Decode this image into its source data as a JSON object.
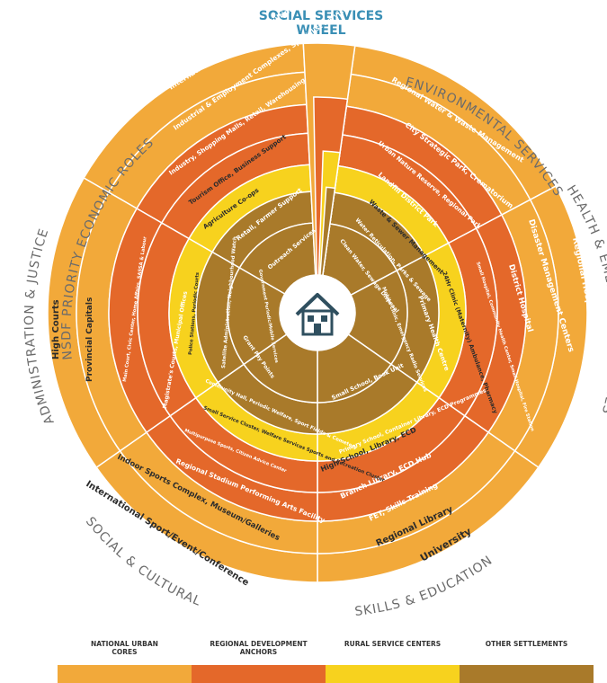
{
  "title": {
    "line1": "SOCIAL SERVICES",
    "line2": "WHEEL"
  },
  "colors": {
    "national": "#F2A93A",
    "regional": "#E4682A",
    "rural": "#F7D21E",
    "other": "#A97A2A",
    "line": "#FFFFFF"
  },
  "outer_labels": {
    "nsdf": "NSDF PRIORITY ECONOMIC ROLES",
    "environmental": "ENVIRONMENTAL SERVICES",
    "health": "HEALTH & EMERGENCY SERVICES",
    "skills": "SKILLS & EDUCATION",
    "social": "SOCIAL & CULTURAL",
    "admin": "ADMINISTRATION & JUSTICE"
  },
  "ring_labels": {
    "nsdf_national": "International Headquarters, Multipurpose Industrial Nodes",
    "nsdf_regional": "Industrial & Employment Complexes, Specialist Services",
    "nsdf_rural": "Industry, Shopping Malls, Retail, Warehousing",
    "nsdf_tourism": "Tourism Office, Business Support",
    "nsdf_agri": "Agriculture Co-ops",
    "nsdf_other": "Retail, Farmer Support",
    "nsdf_outreach": "Outreach Services",
    "env_national": "Regional Water & Waste Management",
    "env_regional1": "City Strategic Park, Crematorium",
    "env_regional2": "Urban Nature Reserve, Regional Park",
    "env_regional3": "Landfill District Park",
    "env_rural": "Waste & Sewer Management",
    "env_other1": "Water Reticulation, Parks & Sewage",
    "env_other2": "Clean Water, Sewage Disposal",
    "health_national": "Regional Hospital",
    "health_national2": "Disaster Management Centers",
    "health_regional": "District Hospital",
    "health_regional2": "Small Hospital, Community Health Center, Small Hospital, Fire Station",
    "health_rural": "24Hr Clinic (Maternity) Ambulance, Pharmacy",
    "health_other": "Primary Health Centre",
    "health_other2": "Mobile Clinic, Emergency Radio Services",
    "skills_national1": "University",
    "skills_national2": "Regional Library",
    "skills_regional1": "FET, Skills Training",
    "skills_regional2": "Branch Library, ECD Hub",
    "skills_rural": "High School, Library, ECD",
    "skills_other1": "Primary School, Container Library, ECD Programmes",
    "skills_other2": "Small School, Book Unit",
    "social_national1": "International Sport/Event/Conference",
    "social_national2": "Indoor Sports Complex, Museum/Galleries",
    "social_regional1": "Regional Stadium Performing Arts Facility",
    "social_regional2": "Multipurpose Sports, Citizen Advice Center",
    "social_rural": "Small Service Cluster, Welfare Services Sports and Recreation Cluster",
    "social_other1": "Community Hall, Periodic Welfare, Sport Fields & Cemetery",
    "social_other2": "Grant Pay Points",
    "admin_national": "High Courts",
    "admin_regional1": "Provincial Capitals",
    "admin_regional2": "Main Court, Civic Center, Home Affairs, SASSA & Labour",
    "admin_regional3": "Magistrate's Courts, Municipal Offices",
    "admin_rural": "Police Stations, Periodic Courts",
    "admin_other1": "Satellite Administration, Neighbourhood Watch",
    "admin_other2": "Government Periodic/Mobile Services"
  },
  "legend": [
    {
      "line1": "NATIONAL URBAN",
      "line2": "CORES",
      "color": "#F2A93A"
    },
    {
      "line1": "REGIONAL DEVELOPMENT",
      "line2": "ANCHORS",
      "color": "#E4682A"
    },
    {
      "line1": "RURAL SERVICE CENTERS",
      "line2": "",
      "color": "#F7D21E"
    },
    {
      "line1": "OTHER SETTLEMENTS",
      "line2": "",
      "color": "#A97A2A"
    }
  ],
  "icons": {
    "center": "house-icon"
  }
}
